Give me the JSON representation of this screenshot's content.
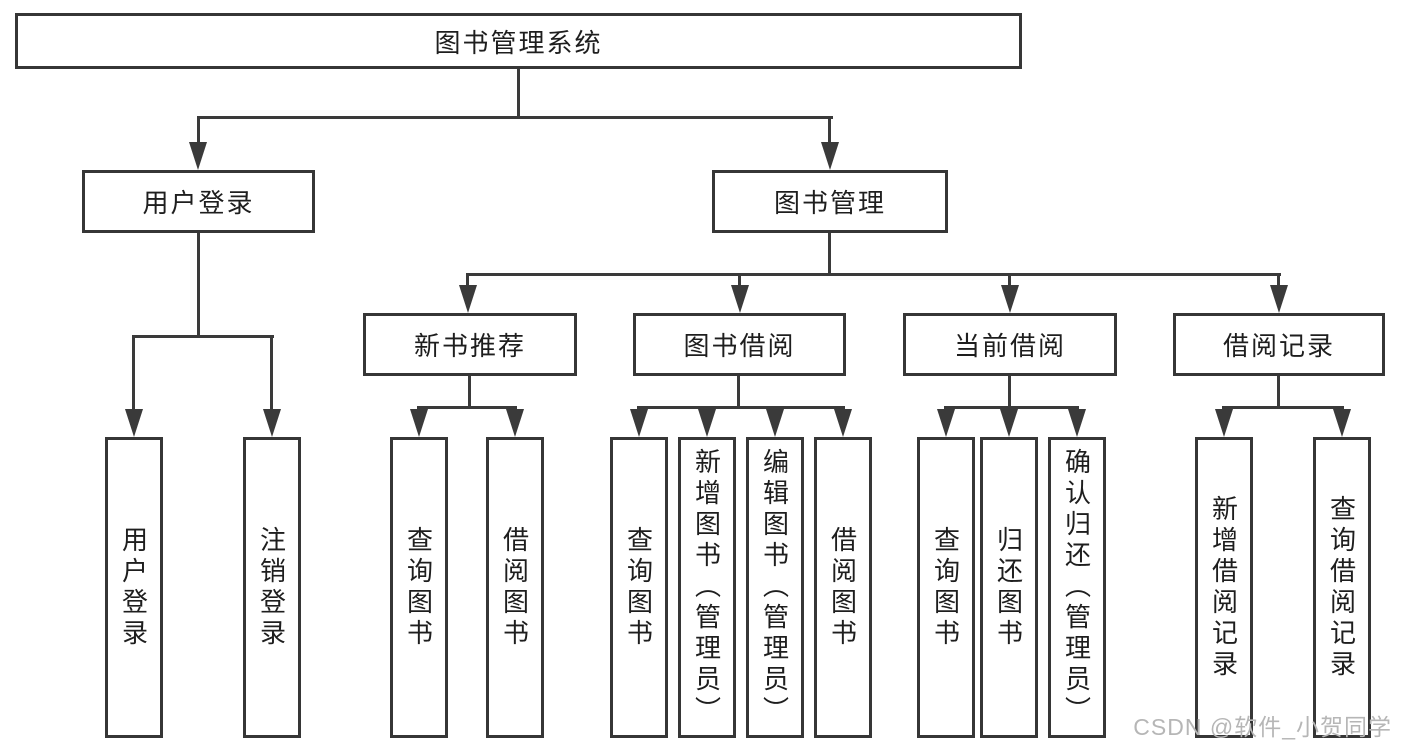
{
  "diagram": {
    "root": {
      "label": "图书管理系统"
    },
    "level2": {
      "user_login": {
        "label": "用户登录"
      },
      "book_mgmt": {
        "label": "图书管理"
      }
    },
    "level3": {
      "new_book_rec": {
        "label": "新书推荐"
      },
      "book_borrow": {
        "label": "图书借阅"
      },
      "current_borrow": {
        "label": "当前借阅"
      },
      "borrow_record": {
        "label": "借阅记录"
      }
    },
    "leaves": {
      "user_login": [
        {
          "label": "用户登录"
        },
        {
          "label": "注销登录"
        }
      ],
      "new_book_rec": [
        {
          "label": "查询图书"
        },
        {
          "label": "借阅图书"
        }
      ],
      "book_borrow": [
        {
          "label": "查询图书"
        },
        {
          "label": "新增图书（管理员）"
        },
        {
          "label": "编辑图书（管理员）"
        },
        {
          "label": "借阅图书"
        }
      ],
      "current_borrow": [
        {
          "label": "查询图书"
        },
        {
          "label": "归还图书"
        },
        {
          "label": "确认归还（管理员）"
        }
      ],
      "borrow_record": [
        {
          "label": "新增借阅记录"
        },
        {
          "label": "查询借阅记录"
        }
      ]
    }
  },
  "watermark": {
    "text": "CSDN @软件_小贺同学"
  },
  "colors": {
    "line": "#3a3a3a",
    "box_border": "#363636",
    "text": "#1e1e1e",
    "background": "#ffffff",
    "watermark": "#b6b6b6"
  }
}
